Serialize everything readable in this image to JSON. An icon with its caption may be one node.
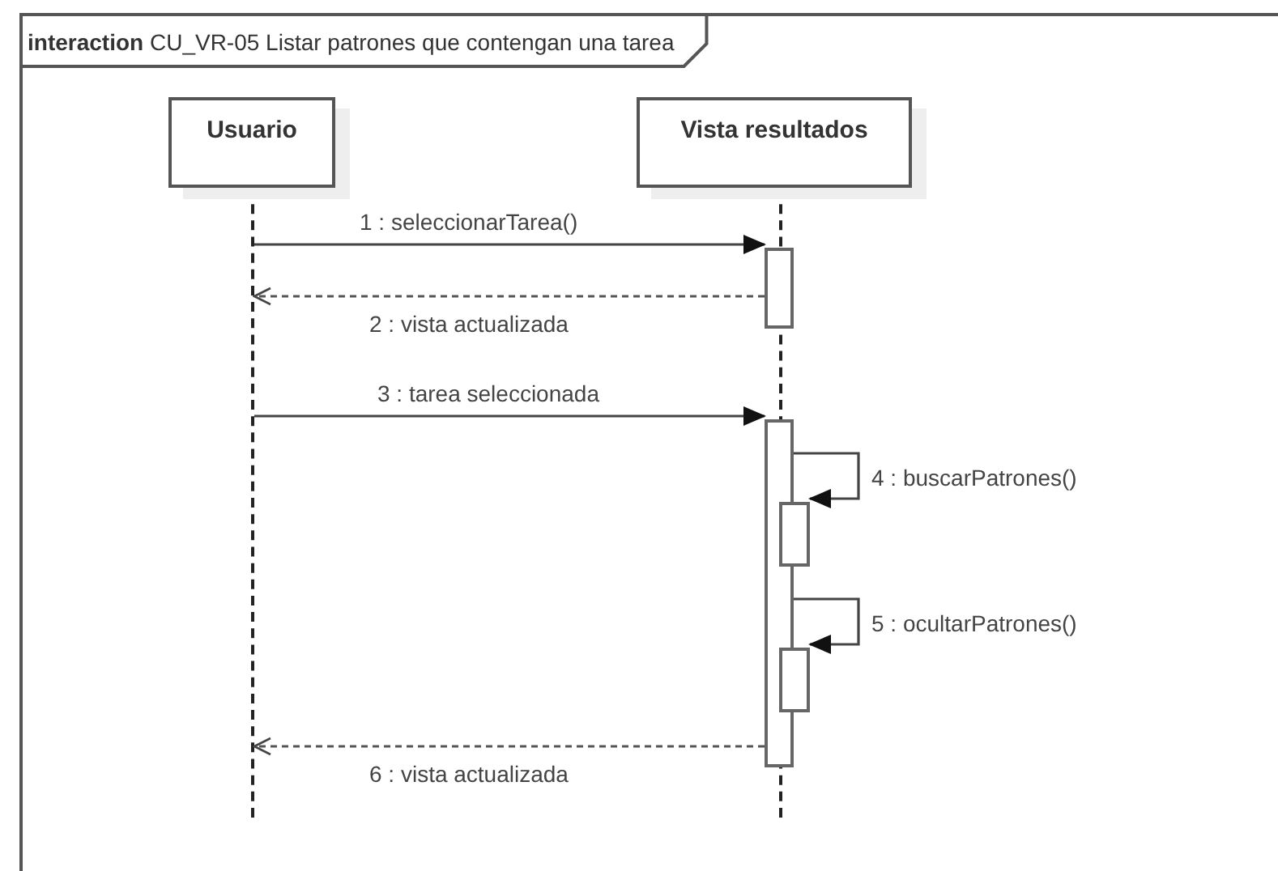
{
  "diagram": {
    "nodes": [
      {
        "text": [
          "**interaction** CU_VR-05 Listar patrones que contengan una tarea"
        ]
      },
      {
        "text": [
          "Usuario"
        ],
        "in": 0
      },
      {
        "text": [
          "Vista resultados"
        ],
        "in": 0
      },
      {
        "text": [],
        "shape": "line",
        "in": 0
      },
      {
        "text": [],
        "shape": "line",
        "in": 0
      },
      {
        "text": [],
        "shape": "bar",
        "in": 0
      },
      {
        "text": [],
        "shape": "bar",
        "in": 0
      },
      {
        "text": [],
        "shape": "bar",
        "in": 0
      },
      {
        "text": [],
        "shape": "bar",
        "in": 0
      }
    ],
    "edges": [
      {
        "from": 3,
        "to": 5,
        "arrow": "to",
        "label": "1 : seleccionarTarea()"
      },
      {
        "from": 5,
        "to": 3,
        "arrow": "to",
        "label": "2 : vista actualizada",
        "style": "dashed"
      },
      {
        "from": 3,
        "to": 6,
        "arrow": "to",
        "label": "3 : tarea seleccionada"
      },
      {
        "from": 6,
        "to": 7,
        "arrow": "to",
        "label": "4 : buscarPatrones()"
      },
      {
        "from": 6,
        "to": 8,
        "arrow": "to",
        "label": "5 : ocultarPatrones()"
      },
      {
        "from": 6,
        "to": 3,
        "arrow": "to",
        "label": "6 : vista actualizada",
        "style": "dashed"
      }
    ]
  }
}
